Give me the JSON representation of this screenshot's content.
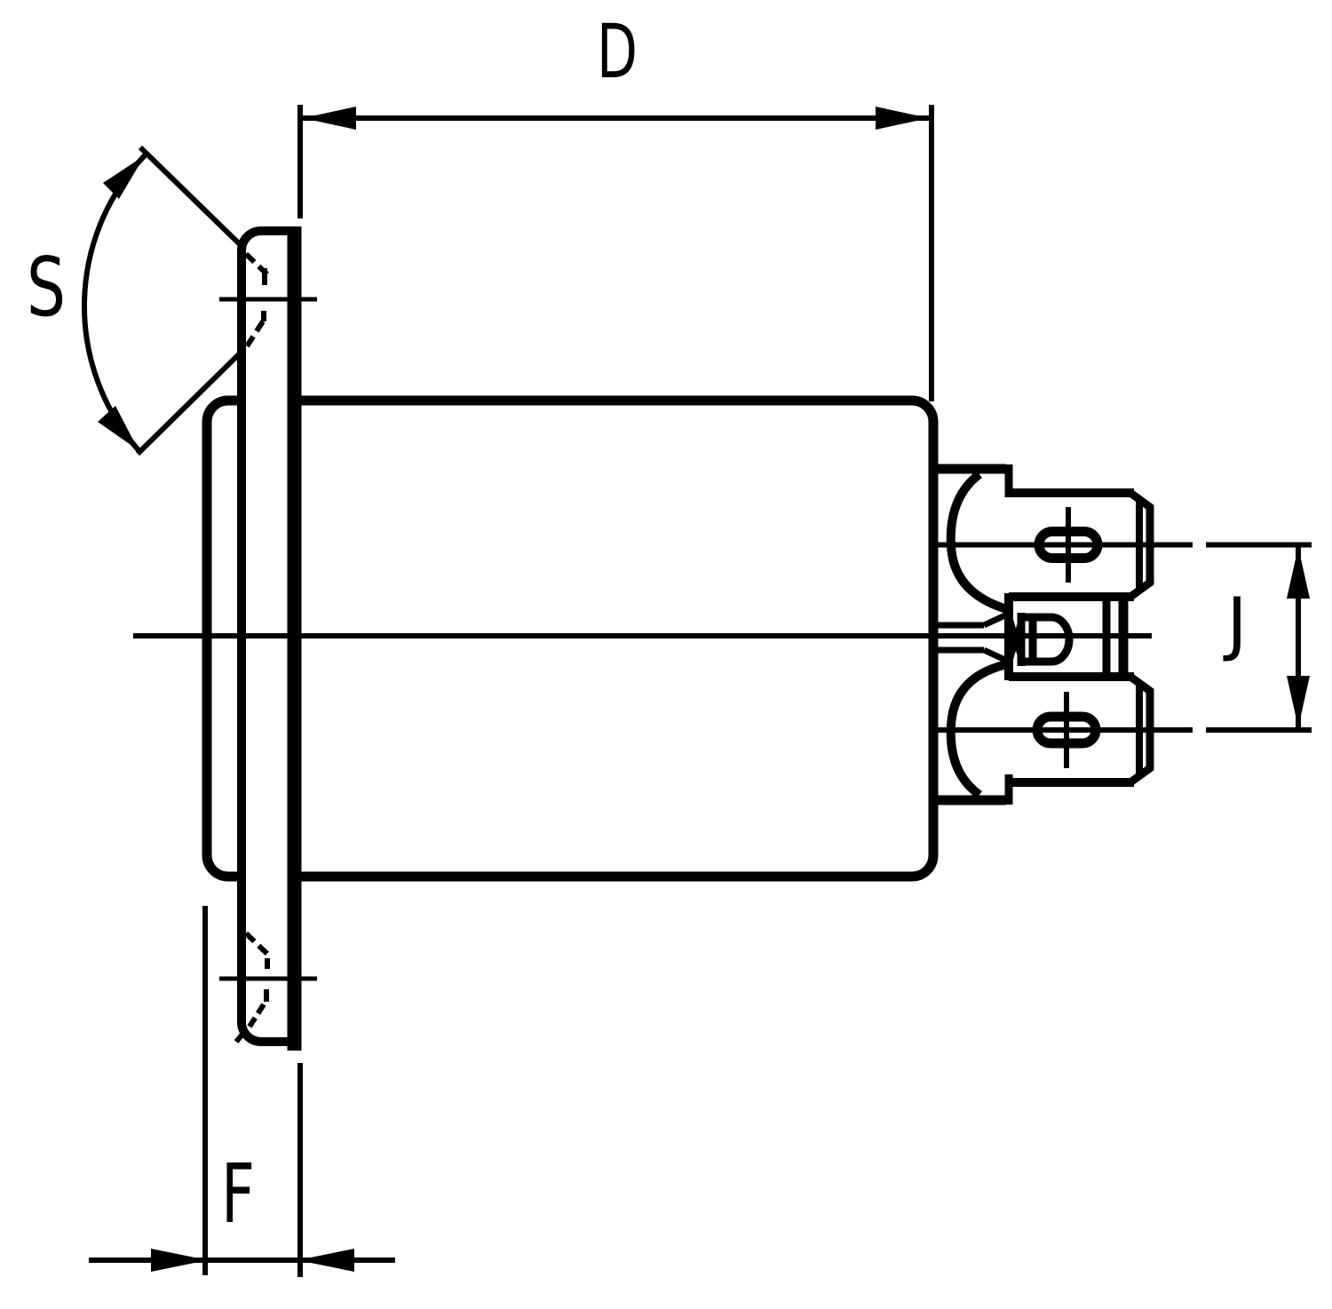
{
  "drawing": {
    "type": "technical-dimension-diagram",
    "labels": {
      "d": "D",
      "s": "S",
      "f": "F",
      "j": "J"
    },
    "colors": {
      "ink": "#000000",
      "paper": "#ffffff"
    }
  }
}
